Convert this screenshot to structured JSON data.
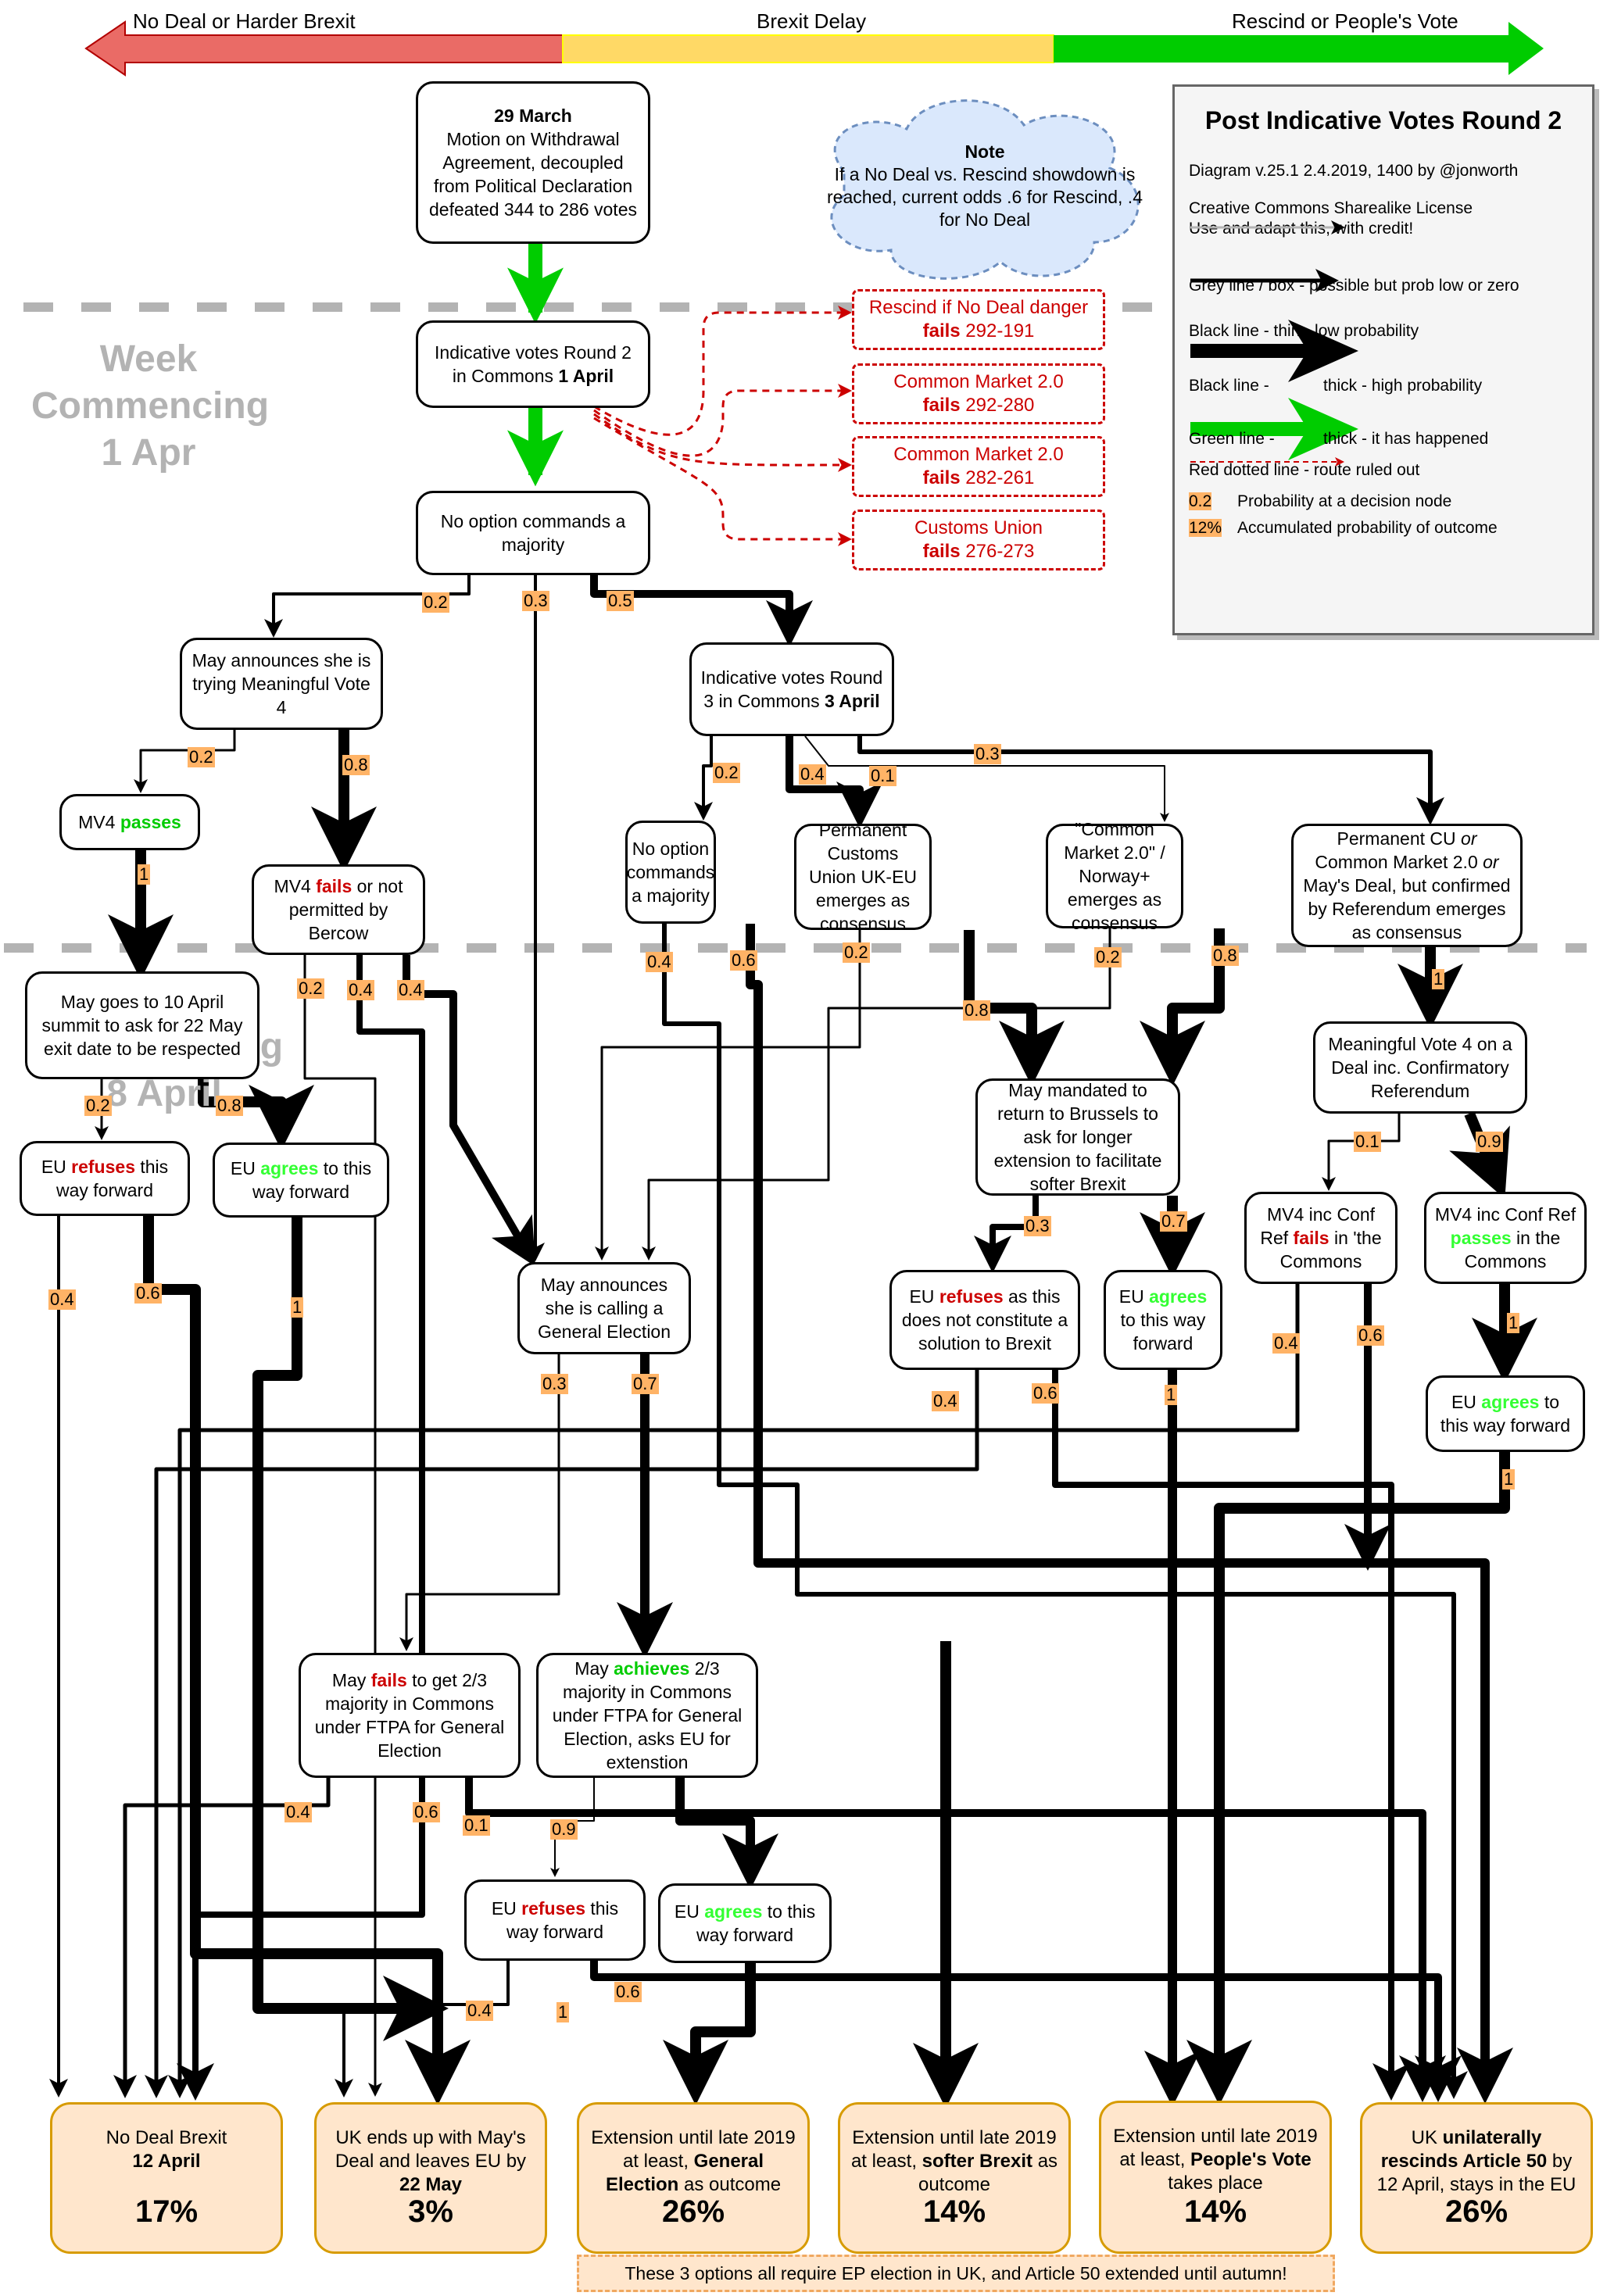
{
  "spectrum_bar": {
    "left_label": "No Deal or Harder Brexit",
    "middle_label": "Brexit Delay",
    "right_label": "Rescind or People's Vote",
    "colors": {
      "left": "#ea6b66",
      "middle": "#ffd966",
      "right": "#00cc00"
    }
  },
  "week_labels": {
    "week1": "Week\nCommencing\n1 Apr",
    "week2": "Week\nCommencing\n8 April"
  },
  "note": {
    "title": "Note",
    "text": "If a No Deal vs. Rescind showdown is reached, current odds .6 for Rescind, .4 for No Deal"
  },
  "legend": {
    "title": "Post Indicative Votes Round 2",
    "version": "Diagram v.25.1 2.4.2019, 1400 by @jonworth",
    "license": "Creative Commons Sharealike License\nUse and adapt this, with credit!",
    "grey": "Grey line / box - possible but prob low or zero",
    "black_thin": "Black line - thin - low probability",
    "black_thick_a": "Black line -",
    "black_thick_b": "thick - high probability",
    "green_a": "Green line -",
    "green_b": "thick - it has happened",
    "red_dotted": "Red dotted line - route ruled out",
    "prob_sample": "0.2",
    "prob_desc": "Probability at a decision node",
    "acc_sample": "12%",
    "acc_desc": "Accumulated probability of outcome"
  },
  "nodes": {
    "march29": {
      "bold": "29 March",
      "text": "Motion on Withdrawal Agreement, decoupled from Political Declaration defeated 344 to 286 votes"
    },
    "iv2": {
      "text": "Indicative votes Round 2 in Commons ",
      "bold": "1 April"
    },
    "noopt1": {
      "text": "No option commands a majority"
    },
    "mv4try": {
      "text": "May announces she is trying Meaningful Vote 4"
    },
    "mv4pass": {
      "pre": "MV4 ",
      "em": "passes"
    },
    "mv4fail": {
      "pre": "MV4 ",
      "em": "fails",
      "post": " or not permitted by Bercow"
    },
    "iv3": {
      "text": "Indicative votes Round 3 in Commons ",
      "bold": "3 April"
    },
    "noopt2": {
      "text": "No option commands a majority"
    },
    "pcu": {
      "text": "Permanent Customs Union UK-EU emerges as consensus"
    },
    "cm2": {
      "text": "\"Common Market 2.0\" / Norway+ emerges as consensus"
    },
    "ref": {
      "a": "Permanent CU ",
      "or1": "or",
      "b": " Common Market 2.0 ",
      "or2": "or",
      "c": " May's Deal, but confirmed by Referendum emerges as consensus"
    },
    "summit": {
      "text": "May goes to 10 April summit to ask for 22 May exit date to be respected"
    },
    "eurefuse1": {
      "pre": "EU ",
      "em": "refuses",
      "post": " this way forward"
    },
    "euagree1": {
      "pre": "EU ",
      "em": "agrees",
      "post": " to this way forward"
    },
    "ge": {
      "text": "May announces she is calling a General Election"
    },
    "mandate": {
      "text": "May mandated to return to Brussels to ask for longer extension to facilitate softer Brexit"
    },
    "eurefuse2": {
      "pre": "EU ",
      "em": "refuses",
      "post": " as this does not constitute a solution to Brexit"
    },
    "euagree2": {
      "pre": "EU ",
      "em": "agrees",
      "post": " to this way forward"
    },
    "mvconf": {
      "text": "Meaningful Vote 4 on a Deal inc. Confirmatory Referendum"
    },
    "mvconffail": {
      "pre": "MV4 inc Conf Ref ",
      "em": "fails",
      "post": " in 'the Commons"
    },
    "mvconfpass": {
      "pre": "MV4 inc Conf Ref ",
      "em": "passes",
      "post": " in the Commons"
    },
    "euagree3": {
      "pre": "EU ",
      "em": "agrees",
      "post": " to this way forward"
    },
    "gefail": {
      "pre": "May ",
      "em": "fails",
      "post": " to get 2/3 majority in Commons under FTPA for General Election"
    },
    "geok": {
      "pre": "May ",
      "em": "achieves",
      "post": " 2/3 majority in Commons under FTPA for General Election, asks EU for extenstion"
    },
    "eurefuse3": {
      "pre": "EU ",
      "em": "refuses",
      "post": " this way forward"
    },
    "euagree4": {
      "pre": "EU ",
      "em": "agrees",
      "post": " to this way forward"
    }
  },
  "ruled_out": [
    {
      "title": "Rescind if No Deal danger",
      "fails": "fails",
      "votes": " 292-191"
    },
    {
      "title": "Common Market 2.0",
      "fails": "fails",
      "votes": " 292-280"
    },
    {
      "title": "Common Market 2.0",
      "fails": "fails",
      "votes": " 282-261"
    },
    {
      "title": "Customs Union",
      "fails": "fails",
      "votes": " 276-273"
    }
  ],
  "outcomes": [
    {
      "pre": "No Deal Brexit",
      "bold": "12 April",
      "post": "",
      "pct": "17%"
    },
    {
      "pre": "UK ends up with May's Deal and leaves EU by ",
      "bold": "22 May",
      "post": "",
      "pct": "3%"
    },
    {
      "pre": "Extension until late 2019 at least, ",
      "bold": "General Election",
      "post": " as outcome",
      "pct": "26%"
    },
    {
      "pre": "Extension until late 2019 at least, ",
      "bold": "softer Brexit",
      "post": " as outcome",
      "pct": "14%"
    },
    {
      "pre": "Extension until late 2019 at least, ",
      "bold": "People's Vote",
      "post": " takes place",
      "pct": "14%"
    },
    {
      "pre": "UK ",
      "bold": "unilaterally rescinds Article 50",
      "post": " by 12 April, stays in the EU",
      "pct": "26%"
    }
  ],
  "footer_note": "These 3 options all require EP election in UK, and Article 50 extended until autumn!",
  "probabilities": {
    "p_noopt1_mv4": "0.2",
    "p_noopt1_ge": "0.3",
    "p_noopt1_iv3": "0.5",
    "p_mv4_pass": "0.2",
    "p_mv4_fail": "0.8",
    "p_mv4pass_summit": "1",
    "p_iv3_noopt": "0.2",
    "p_iv3_pcu": "0.4",
    "p_iv3_cm2": "0.1",
    "p_iv3_ref": "0.3",
    "p_fail_a": "0.2",
    "p_fail_b": "0.4",
    "p_fail_c": "0.4",
    "p_noopt2_a": "0.4",
    "p_noopt2_b": "0.6",
    "p_pcu_a": "0.2",
    "p_pcu_b": "0.8",
    "p_cm2_a": "0.2",
    "p_cm2_b": "0.8",
    "p_ref_mv": "1",
    "p_summit_refuse": "0.2",
    "p_summit_agree": "0.8",
    "p_ref1_a": "0.4",
    "p_ref1_b": "0.6",
    "p_agree1": "1",
    "p_ge_fail": "0.3",
    "p_ge_ok": "0.7",
    "p_mand_refuse": "0.3",
    "p_mand_agree": "0.7",
    "p_ref2_a": "0.4",
    "p_ref2_b": "0.6",
    "p_agree2": "1",
    "p_mvconf_fail": "0.1",
    "p_mvconf_pass": "0.9",
    "p_confail_a": "0.4",
    "p_confail_b": "0.6",
    "p_conpass": "1",
    "p_agree3": "1",
    "p_gefail_a": "0.4",
    "p_gefail_b": "0.6",
    "p_geok_refuse": "0.1",
    "p_geok_agree": "0.9",
    "p_ref3_a": "0.4",
    "p_ref3_b": "0.6",
    "p_agree4": "1"
  }
}
